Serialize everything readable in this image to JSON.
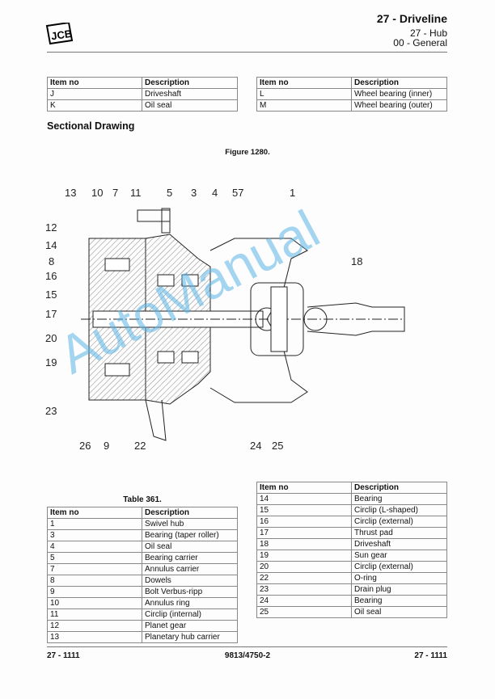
{
  "header": {
    "logo": "JCB",
    "section": "27 - Driveline",
    "subsection": "27 - Hub",
    "topic": "00 - General"
  },
  "key_table_left": {
    "headers": [
      "Item no",
      "Description"
    ],
    "rows": [
      [
        "J",
        "Driveshaft"
      ],
      [
        "K",
        "Oil seal"
      ]
    ]
  },
  "key_table_right": {
    "headers": [
      "Item no",
      "Description"
    ],
    "rows": [
      [
        "L",
        "Wheel bearing (inner)"
      ],
      [
        "M",
        "Wheel bearing (outer)"
      ]
    ]
  },
  "section_heading": "Sectional Drawing",
  "figure": {
    "caption": "Figure 1280.",
    "callouts": [
      "13",
      "10",
      "7",
      "11",
      "5",
      "3",
      "4",
      "57",
      "1",
      "12",
      "14",
      "8",
      "16",
      "15",
      "17",
      "20",
      "19",
      "23",
      "26",
      "9",
      "22",
      "24",
      "25",
      "18"
    ]
  },
  "watermark": "AutoManual",
  "table_caption": "Table 361.",
  "parts_table_left": {
    "headers": [
      "Item no",
      "Description"
    ],
    "rows": [
      [
        "1",
        "Swivel hub"
      ],
      [
        "3",
        "Bearing (taper roller)"
      ],
      [
        "4",
        "Oil seal"
      ],
      [
        "5",
        "Bearing carrier"
      ],
      [
        "7",
        "Annulus carrier"
      ],
      [
        "8",
        "Dowels"
      ],
      [
        "9",
        "Bolt Verbus-ripp"
      ],
      [
        "10",
        "Annulus ring"
      ],
      [
        "11",
        "Circlip (internal)"
      ],
      [
        "12",
        "Planet gear"
      ],
      [
        "13",
        "Planetary hub carrier"
      ]
    ]
  },
  "parts_table_right": {
    "headers": [
      "Item no",
      "Description"
    ],
    "rows": [
      [
        "14",
        "Bearing"
      ],
      [
        "15",
        "Circlip (L-shaped)"
      ],
      [
        "16",
        "Circlip (external)"
      ],
      [
        "17",
        "Thrust pad"
      ],
      [
        "18",
        "Driveshaft"
      ],
      [
        "19",
        "Sun gear"
      ],
      [
        "20",
        "Circlip (external)"
      ],
      [
        "22",
        "O-ring"
      ],
      [
        "23",
        "Drain plug"
      ],
      [
        "24",
        "Bearing"
      ],
      [
        "25",
        "Oil seal"
      ]
    ]
  },
  "footer": {
    "left": "27 - 1111",
    "center": "9813/4750-2",
    "right": "27 - 1111"
  }
}
